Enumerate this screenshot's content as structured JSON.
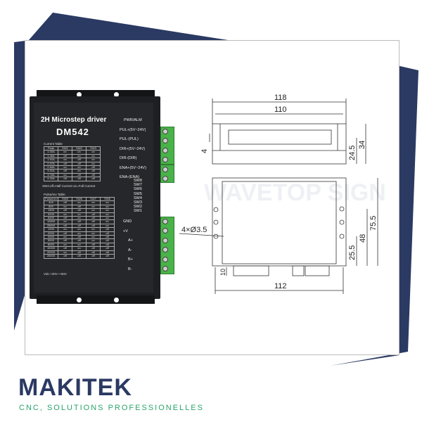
{
  "product": {
    "title": "2H Microstep driver",
    "model": "DM542",
    "power_note": "Vdc:+20V~+50V",
    "sw4_note": "SW4:off=Half Current  on=Full Current"
  },
  "current_table": {
    "caption": "Current Table",
    "headers": [
      "Peak",
      "SW1",
      "SW2",
      "SW3"
    ],
    "rows": [
      [
        "1.00A",
        "on",
        "on",
        "on"
      ],
      [
        "1.46A",
        "off",
        "on",
        "on"
      ],
      [
        "1.91A",
        "on",
        "off",
        "on"
      ],
      [
        "2.37A",
        "off",
        "off",
        "on"
      ],
      [
        "2.84A",
        "on",
        "on",
        "off"
      ],
      [
        "3.31A",
        "off",
        "on",
        "off"
      ],
      [
        "3.76A",
        "on",
        "off",
        "off"
      ],
      [
        "4.20A",
        "off",
        "off",
        "off"
      ]
    ]
  },
  "pulse_table": {
    "caption": "Pulse/rev Table",
    "headers": [
      "Pulse/rev",
      "SW5",
      "SW6",
      "SW7",
      "SW8"
    ],
    "rows": [
      [
        "400",
        "off",
        "on",
        "on",
        "on"
      ],
      [
        "800",
        "on",
        "off",
        "on",
        "on"
      ],
      [
        "1600",
        "off",
        "off",
        "on",
        "on"
      ],
      [
        "3200",
        "on",
        "on",
        "off",
        "on"
      ],
      [
        "6400",
        "off",
        "on",
        "off",
        "on"
      ],
      [
        "12800",
        "on",
        "off",
        "off",
        "on"
      ],
      [
        "25600",
        "off",
        "off",
        "off",
        "on"
      ],
      [
        "1000",
        "on",
        "on",
        "on",
        "off"
      ],
      [
        "2000",
        "off",
        "on",
        "on",
        "off"
      ],
      [
        "4000",
        "on",
        "off",
        "on",
        "off"
      ],
      [
        "5000",
        "off",
        "off",
        "on",
        "off"
      ],
      [
        "8000",
        "on",
        "on",
        "off",
        "off"
      ],
      [
        "10000",
        "off",
        "on",
        "off",
        "off"
      ],
      [
        "20000",
        "on",
        "off",
        "off",
        "off"
      ],
      [
        "25000",
        "off",
        "off",
        "off",
        "off"
      ]
    ]
  },
  "signal_labels": [
    "PWR/ALM",
    "PUL+(5V~24V)",
    "PUL-(PUL)",
    "DIR+(5V~24V)",
    "DIR-(DIR)",
    "ENA+(5V~24V)",
    "ENA-(ENA)"
  ],
  "switches": [
    "SW8",
    "SW7",
    "SW6",
    "SW5",
    "SW4",
    "SW3",
    "SW2",
    "SW1"
  ],
  "power_labels": [
    "GND",
    "+V",
    "A+",
    "A-",
    "B+",
    "B-"
  ],
  "dimensions": {
    "width_outer": "118",
    "width_inner": "110",
    "slot": "4",
    "height_mount": "24.5",
    "height_total": "34",
    "length_total": "75.5",
    "hole_span": "48",
    "hole_offset": "25.5",
    "holes": "4×Ø3.5",
    "connector": "10",
    "base_width": "112"
  },
  "watermark": "WAVETOP SIGN",
  "brand": {
    "name": "MAKITEK",
    "tagline": "CNC, SOLUTIONS PROFESSIONELLES",
    "primary": "#2b3a63",
    "accent": "#2aa46a"
  }
}
